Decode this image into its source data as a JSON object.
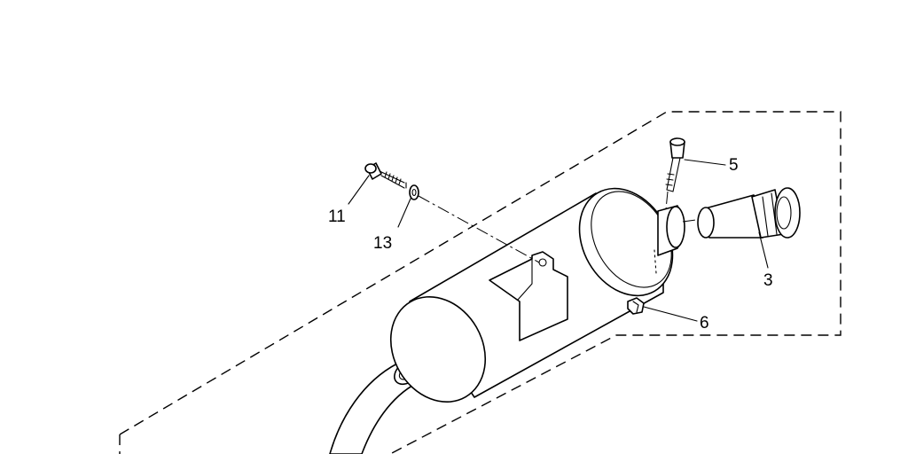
{
  "callouts": {
    "bolt_long": "11",
    "washer": "13",
    "bolt_top": "5",
    "pipe": "3",
    "nut": "6"
  }
}
